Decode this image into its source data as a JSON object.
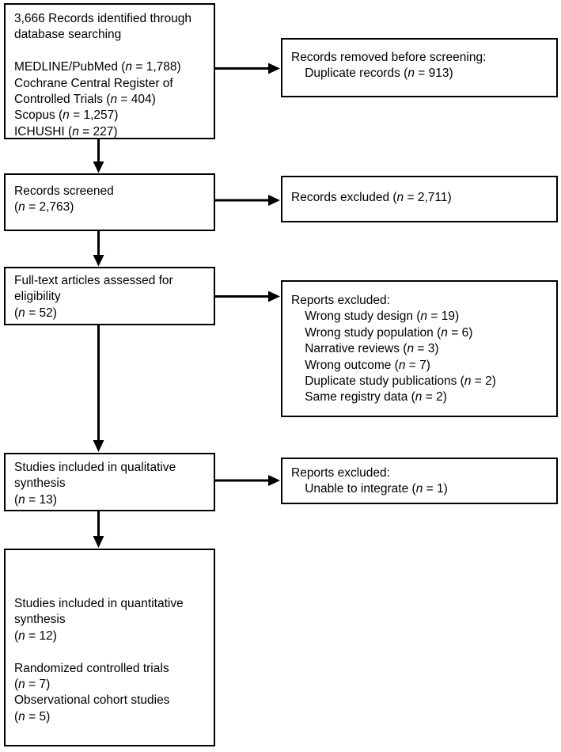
{
  "figure": {
    "colors": {
      "background": "#ffffff",
      "box_border": "#000000",
      "text": "#000000",
      "arrow": "#000000"
    }
  },
  "boxes": {
    "identification": {
      "lines": [
        "3,666 Records identified through",
        "database searching",
        "",
        "MEDLINE/PubMed (n = 1,788)",
        "Cochrane Central Register of",
        "Controlled Trials (n = 404)",
        "Scopus (n = 1,257)",
        "ICHUSHI (n = 227)"
      ]
    },
    "removed_before_screening": {
      "lines": [
        "Records removed before screening:",
        "    Duplicate records (n = 913)"
      ]
    },
    "screening": {
      "lines": [
        "Records screened",
        "(n = 2,763)"
      ]
    },
    "records_excluded": {
      "lines": [
        "Records excluded (n = 2,711)"
      ]
    },
    "eligibility": {
      "lines": [
        "Full-text articles assessed for",
        "eligibility",
        "(n = 52)"
      ]
    },
    "reports_excluded": {
      "lines": [
        "Reports excluded:",
        "    Wrong study design (n = 19)",
        "    Wrong study population (n = 6)",
        "    Narrative reviews (n = 3)",
        "    Wrong outcome (n = 7)",
        "    Duplicate study publications (n = 2)",
        "    Same registry data (n = 2)"
      ]
    },
    "qualitative_synthesis": {
      "lines": [
        "Studies included in qualitative",
        "synthesis",
        "(n = 13)"
      ]
    },
    "reports_excluded_integration": {
      "lines": [
        "Reports excluded:",
        "    Unable to integrate (n = 1)"
      ]
    },
    "quantitative_synthesis": {
      "lines": [
        "Studies included in quantitative",
        "synthesis",
        "(n = 12)",
        "",
        "Randomized controlled trials",
        "(n = 7)",
        "Observational cohort studies",
        "(n = 5)"
      ]
    }
  }
}
